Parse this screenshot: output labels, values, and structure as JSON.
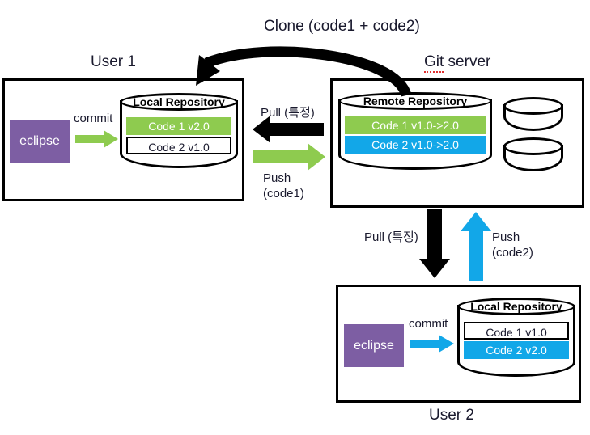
{
  "diagram": {
    "title_clone": "Clone (code1 + code2)",
    "panels": {
      "user1": {
        "title": "User 1",
        "ide_label": "eclipse",
        "commit_label": "commit",
        "repo_label": "Local Repository",
        "codes": [
          {
            "label": "Code 1  v2.0",
            "style": "green"
          },
          {
            "label": "Code 2  v1.0",
            "style": "plain"
          }
        ]
      },
      "gitserver": {
        "title_a": "Git",
        "title_b": " server",
        "repo_label": "Remote Repository",
        "codes": [
          {
            "label": "Code 1  v1.0->2.0",
            "style": "green"
          },
          {
            "label": "Code 2  v1.0->2.0",
            "style": "blue"
          }
        ]
      },
      "user2": {
        "title": "User 2",
        "ide_label": "eclipse",
        "commit_label": "commit",
        "repo_label": "Local Repository",
        "codes": [
          {
            "label": "Code 1  v1.0",
            "style": "plain"
          },
          {
            "label": "Code 2  v2.0",
            "style": "blue"
          }
        ]
      }
    },
    "arrows": {
      "pull_top": "Pull (특정)",
      "push_top_line1": "Push",
      "push_top_line2": "(code1)",
      "pull_bottom": "Pull (특정)",
      "push_bottom_line1": "Push",
      "push_bottom_line2": "(code2)"
    }
  },
  "colors": {
    "green": "#8ecb4f",
    "blue": "#12a7e8",
    "purple": "#7d5ea3",
    "black": "#000000",
    "text": "#1a1a2e",
    "spell_red": "#e03030"
  }
}
